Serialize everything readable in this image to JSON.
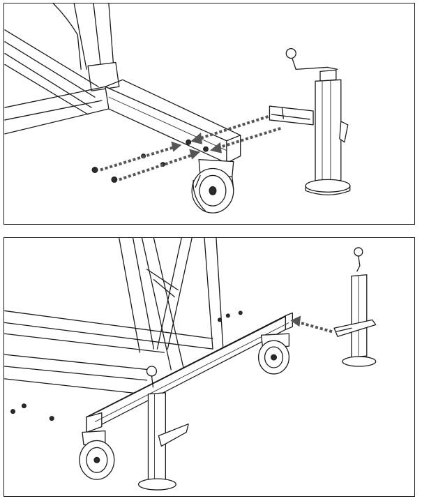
{
  "figure": {
    "panels": [
      {
        "id": "top",
        "depicts": "frame-leg-caster-and-jack-stand"
      },
      {
        "id": "bottom",
        "depicts": "jack-stand-mounted-on-leg"
      }
    ]
  },
  "icons": {
    "arrow": "dashed-insertion-arrow",
    "bolt": "bolt-icon",
    "nut": "nut-icon"
  },
  "colors": {
    "line": "#1a1a1a",
    "arrow": "#555555",
    "background": "#ffffff"
  }
}
